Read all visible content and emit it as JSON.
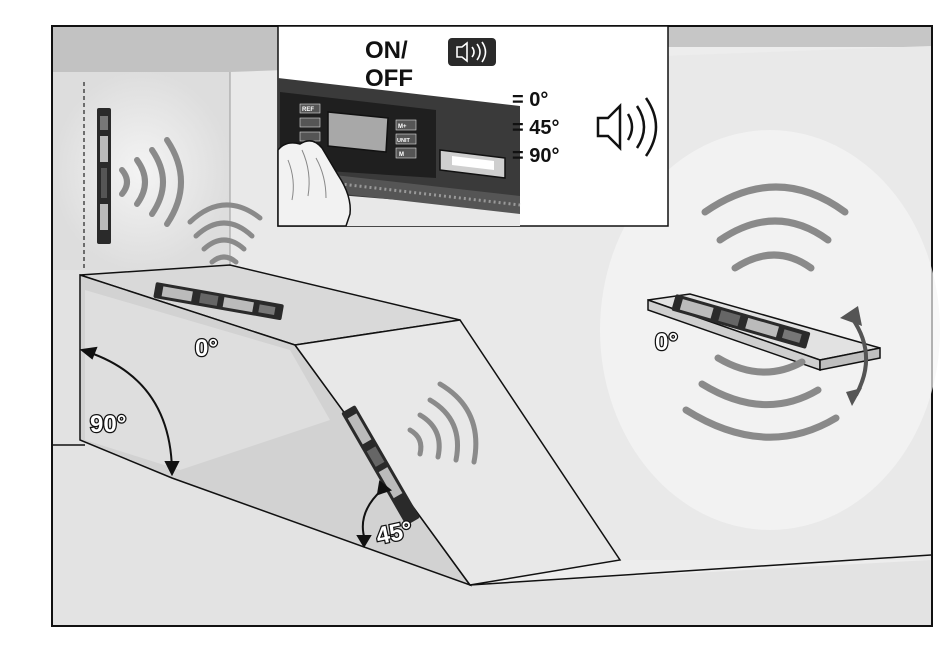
{
  "inset": {
    "power_label_line1": "ON/",
    "power_label_line2": "OFF",
    "sound_key_icon": "speaker-wave-icon",
    "display_buttons": [
      "REF",
      "⊘",
      "⊙",
      "M+",
      "UNIT",
      "M"
    ],
    "angle_list": [
      "= 0°",
      "= 45°",
      "= 90°"
    ],
    "sound_symbol_icon": "speaker-waves-icon"
  },
  "scene": {
    "wall_level_icon": "spirit-level-icon",
    "surface_angle": "0°",
    "wall_angle": "90°",
    "ramp_angle": "45°",
    "shelf_angle": "0°",
    "rotate_icon": "rotation-arrow-icon"
  },
  "colors": {
    "frame": "#111111",
    "wall_light": "#ececec",
    "wall_mid": "#dcdcdc",
    "ceiling": "#bdbdbd",
    "floor": "#e6e6e6",
    "wave_gray": "#8a8a8a",
    "level_dark": "#2a2a2a"
  }
}
